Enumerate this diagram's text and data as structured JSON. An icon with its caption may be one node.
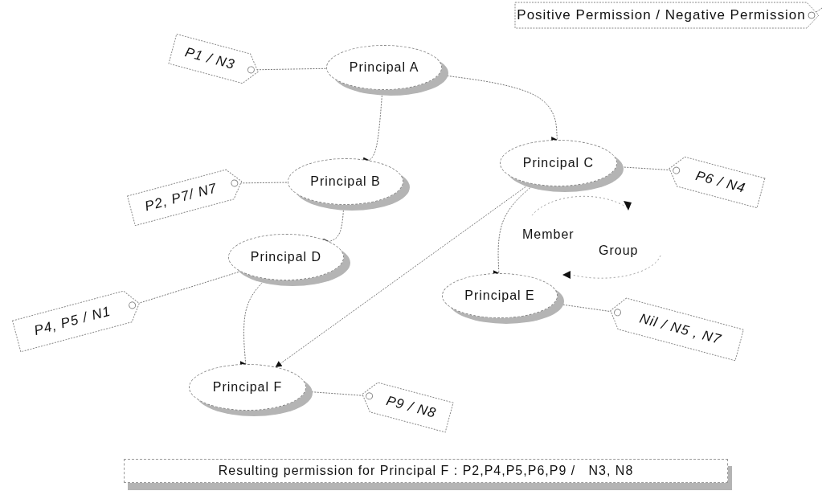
{
  "diagram": {
    "nodes": [
      {
        "text": [
          "Positive Permission / Negative Permission"
        ]
      },
      {
        "text": [
          "P1 / N3"
        ]
      },
      {
        "text": [
          "Principal A"
        ]
      },
      {
        "text": [
          "Principal C"
        ]
      },
      {
        "text": [
          "Principal B"
        ]
      },
      {
        "text": [
          "P6 / N4"
        ]
      },
      {
        "text": [
          "P2, P7/ N7"
        ]
      },
      {
        "text": [
          "Principal D"
        ]
      },
      {
        "text": [
          "P4, P5 / N1"
        ]
      },
      {
        "text": [
          "Principal E"
        ]
      },
      {
        "text": [
          "Nil / N5 , N7"
        ]
      },
      {
        "text": [
          "Principal F"
        ]
      },
      {
        "text": [
          "P9 / N8"
        ]
      },
      {
        "text": [
          "Resulting permission for Principal F : P2,P4,P5,P6,P9 /   N3, N8"
        ]
      }
    ],
    "edges": [
      {
        "from": 1,
        "to": 2,
        "arrow": "none"
      },
      {
        "from": 0,
        "to": null,
        "arrow": "none"
      },
      {
        "from": 2,
        "to": 4,
        "arrow": "to"
      },
      {
        "from": 2,
        "to": 3,
        "arrow": "to"
      },
      {
        "from": 5,
        "to": 3,
        "arrow": "none"
      },
      {
        "from": 6,
        "to": 4,
        "arrow": "none"
      },
      {
        "from": 4,
        "to": 7,
        "arrow": "to"
      },
      {
        "from": 8,
        "to": 7,
        "arrow": "none"
      },
      {
        "from": 3,
        "to": 9,
        "arrow": "to"
      },
      {
        "from": 3,
        "to": 11,
        "arrow": "to"
      },
      {
        "from": 7,
        "to": 11,
        "arrow": "to"
      },
      {
        "from": 10,
        "to": 9,
        "arrow": "none"
      },
      {
        "from": 12,
        "to": 11,
        "arrow": "none"
      }
    ],
    "labels": [
      "Member",
      "Group"
    ]
  }
}
